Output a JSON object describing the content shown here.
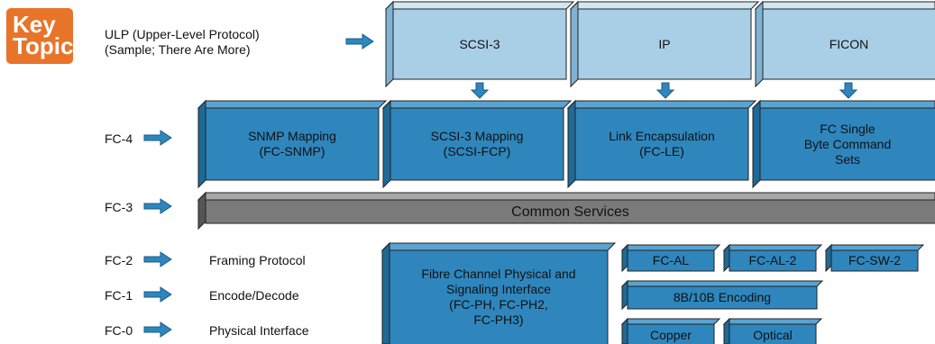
{
  "key_topic": {
    "line1": "Key",
    "line2": "Topic"
  },
  "ulp": {
    "label_line1": "ULP (Upper-Level Protocol)",
    "label_line2": "(Sample; There Are More)"
  },
  "ulp_boxes": [
    "SCSI-3",
    "IP",
    "FICON"
  ],
  "fc4": {
    "label": "FC-4",
    "boxes": [
      "SNMP Mapping\n(FC-SNMP)",
      "SCSI-3 Mapping\n(SCSI-FCP)",
      "Link Encapsulation\n(FC-LE)",
      "FC Single\nByte Command\nSets"
    ]
  },
  "fc3": {
    "label": "FC-3",
    "bar": "Common Services"
  },
  "lower_layers": [
    {
      "label": "FC-2",
      "desc": "Framing Protocol"
    },
    {
      "label": "FC-1",
      "desc": "Encode/Decode"
    },
    {
      "label": "FC-0",
      "desc": "Physical Interface"
    }
  ],
  "physical_box": "Fibre Channel Physical and\nSignaling Interface\n(FC-PH, FC-PH2,\nFC-PH3)",
  "topology_boxes": [
    "FC-AL",
    "FC-AL-2",
    "FC-SW-2"
  ],
  "encoding_box": "8B/10B Encoding",
  "media_boxes": [
    "Copper",
    "Optical"
  ],
  "colors": {
    "light_blue": "#a9cfe6",
    "dark_blue": "#2e86bd",
    "gray": "#7a7a7a",
    "orange": "#e8742a"
  }
}
